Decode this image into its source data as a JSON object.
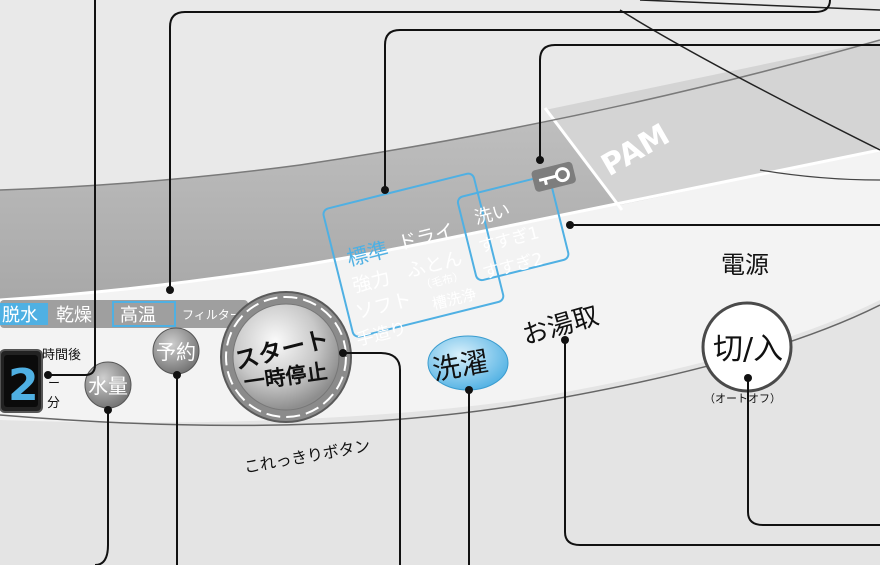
{
  "brand": "PAM",
  "mode_tabs": [
    "脱水",
    "乾燥",
    "高温",
    "フィルター"
  ],
  "timer": {
    "digit": "2",
    "unit_hours": "時間後",
    "unit_minutes": "分",
    "dash": "ー"
  },
  "buttons": {
    "water_level": "水量",
    "reserve": "予約",
    "start_line1": "スタート",
    "start_line2": "一時停止",
    "start_caption": "これっきりボタン",
    "wash": "洗濯",
    "hot_water_pump": "お湯取",
    "power_title": "電源",
    "power_label": "切/入",
    "power_caption": "（オートオフ）"
  },
  "courses": [
    "標準",
    "ドライ",
    "強力",
    "ふとん",
    "（毛布）",
    "ソフト",
    "槽洗浄",
    "手造り"
  ],
  "stages": [
    "洗い",
    "すすぎ1",
    "すすぎ2"
  ],
  "colors": {
    "panel_dark": "#b7b7b7",
    "panel_light": "#e6e6e6",
    "accent_blue": "#5bb8e8",
    "leader_line": "#111111"
  }
}
